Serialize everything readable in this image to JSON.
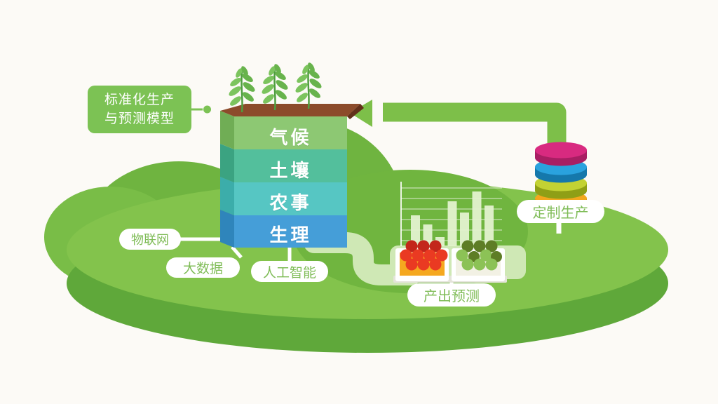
{
  "colors": {
    "background": "#fcfaf6",
    "platform_top": "#83c34c",
    "platform_side": "#5fa83a",
    "mound": "#6fb440",
    "mound_light": "#79bd47",
    "plateau": "#70b53f",
    "pale_path": "#cfe8b5",
    "arrow_green": "#7dbf49",
    "box_green": "#7cc254",
    "pill_bg": "#ffffff",
    "pill_text": "#7fbc57",
    "white_line": "#ffffff",
    "bar_fill": "#e3f2cf",
    "crate_white": "#ffffff",
    "crate_shadow": "#e4e4da",
    "crate_orange": "#f5a81f",
    "fruit_red": "#ea3a22",
    "fruit_red_dark": "#c3261b",
    "fruit_green": "#8cc256",
    "fruit_green_dark": "#5e7d26",
    "disc1_top": "#d82a80",
    "disc1_side": "#a81e63",
    "disc2_top": "#2aa2de",
    "disc2_side": "#1578ab",
    "disc3_top": "#c3d233",
    "disc3_side": "#8f9f16",
    "disc4_top": "#f2a71d",
    "disc4_side": "#c9820e",
    "cube_front_1": "#8dc873",
    "cube_front_2": "#53bf9c",
    "cube_front_3": "#56c6c3",
    "cube_front_4": "#459ed8",
    "cube_side_1": "#70ad55",
    "cube_side_2": "#3ba381",
    "cube_side_3": "#3cadaa",
    "cube_side_4": "#2f85bb",
    "soil_top": "#8c4b2b",
    "soil_dark": "#63301a",
    "stem": "#4f9e3f",
    "leaf": "#7cc45e",
    "leaf_dark": "#68b34c"
  },
  "title_box": {
    "line1": "标准化生产",
    "line2": "与预测模型"
  },
  "cube": {
    "layers": [
      {
        "label": "气候"
      },
      {
        "label": "土壤"
      },
      {
        "label": "农事"
      },
      {
        "label": "生理"
      }
    ]
  },
  "pills": {
    "iot": "物联网",
    "big_data": "大数据",
    "ai": "人工智能",
    "output_forecast": "产出预测",
    "custom_production": "定制生产"
  },
  "chart_data": {
    "type": "bar",
    "title": "",
    "xlabel": "",
    "ylabel": "",
    "categories": [
      "",
      "",
      "",
      "",
      "",
      "",
      ""
    ],
    "values": [
      44,
      31,
      13,
      64,
      48,
      78,
      58
    ],
    "ylim": [
      0,
      90
    ],
    "grid": true,
    "legend_position": "none"
  }
}
